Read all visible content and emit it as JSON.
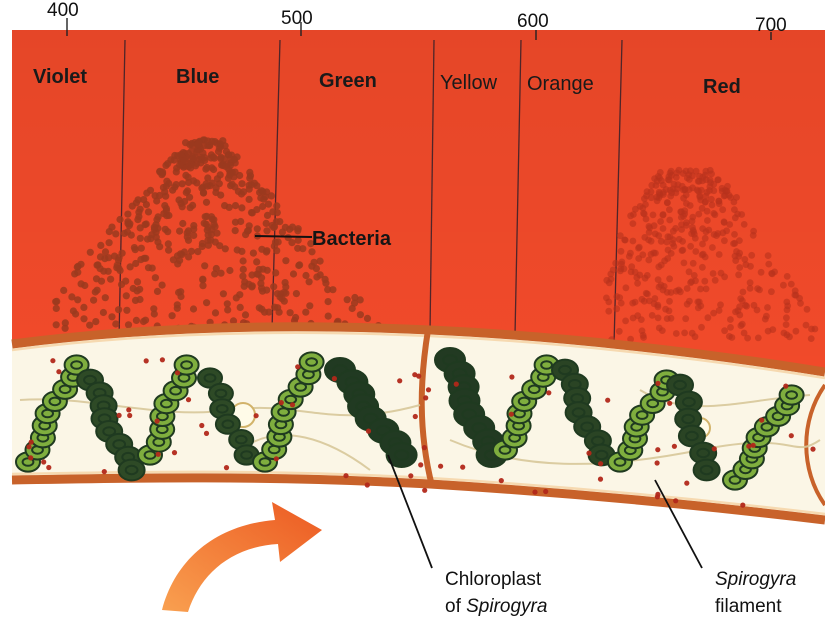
{
  "axis": {
    "ticks": [
      "400",
      "500",
      "600",
      "700"
    ]
  },
  "bands": [
    {
      "label": "Violet"
    },
    {
      "label": "Blue"
    },
    {
      "label": "Green"
    },
    {
      "label": "Yellow"
    },
    {
      "label": "Orange"
    },
    {
      "label": "Red"
    }
  ],
  "labels": {
    "bacteria": "Bacteria",
    "chloroplast_line1": "Chloroplast",
    "chloroplast_line2_prefix": "of ",
    "chloroplast_line2_italic": "Spirogyra",
    "filament_line1": "Spirogyra",
    "filament_line2": "filament"
  },
  "colors": {
    "violet": "#e8428a",
    "blue": "#3a3fc0",
    "green": "#2e7a45",
    "yellow": "#f2f040",
    "orange": "#f7a128",
    "red": "#f14a2a",
    "bacteria": "#9b3a1e",
    "filament_wall": "#c8622a",
    "chloroplast_light": "#7fae3e",
    "chloroplast_dark": "#1f3a20",
    "arrow": "#f06a2a"
  }
}
